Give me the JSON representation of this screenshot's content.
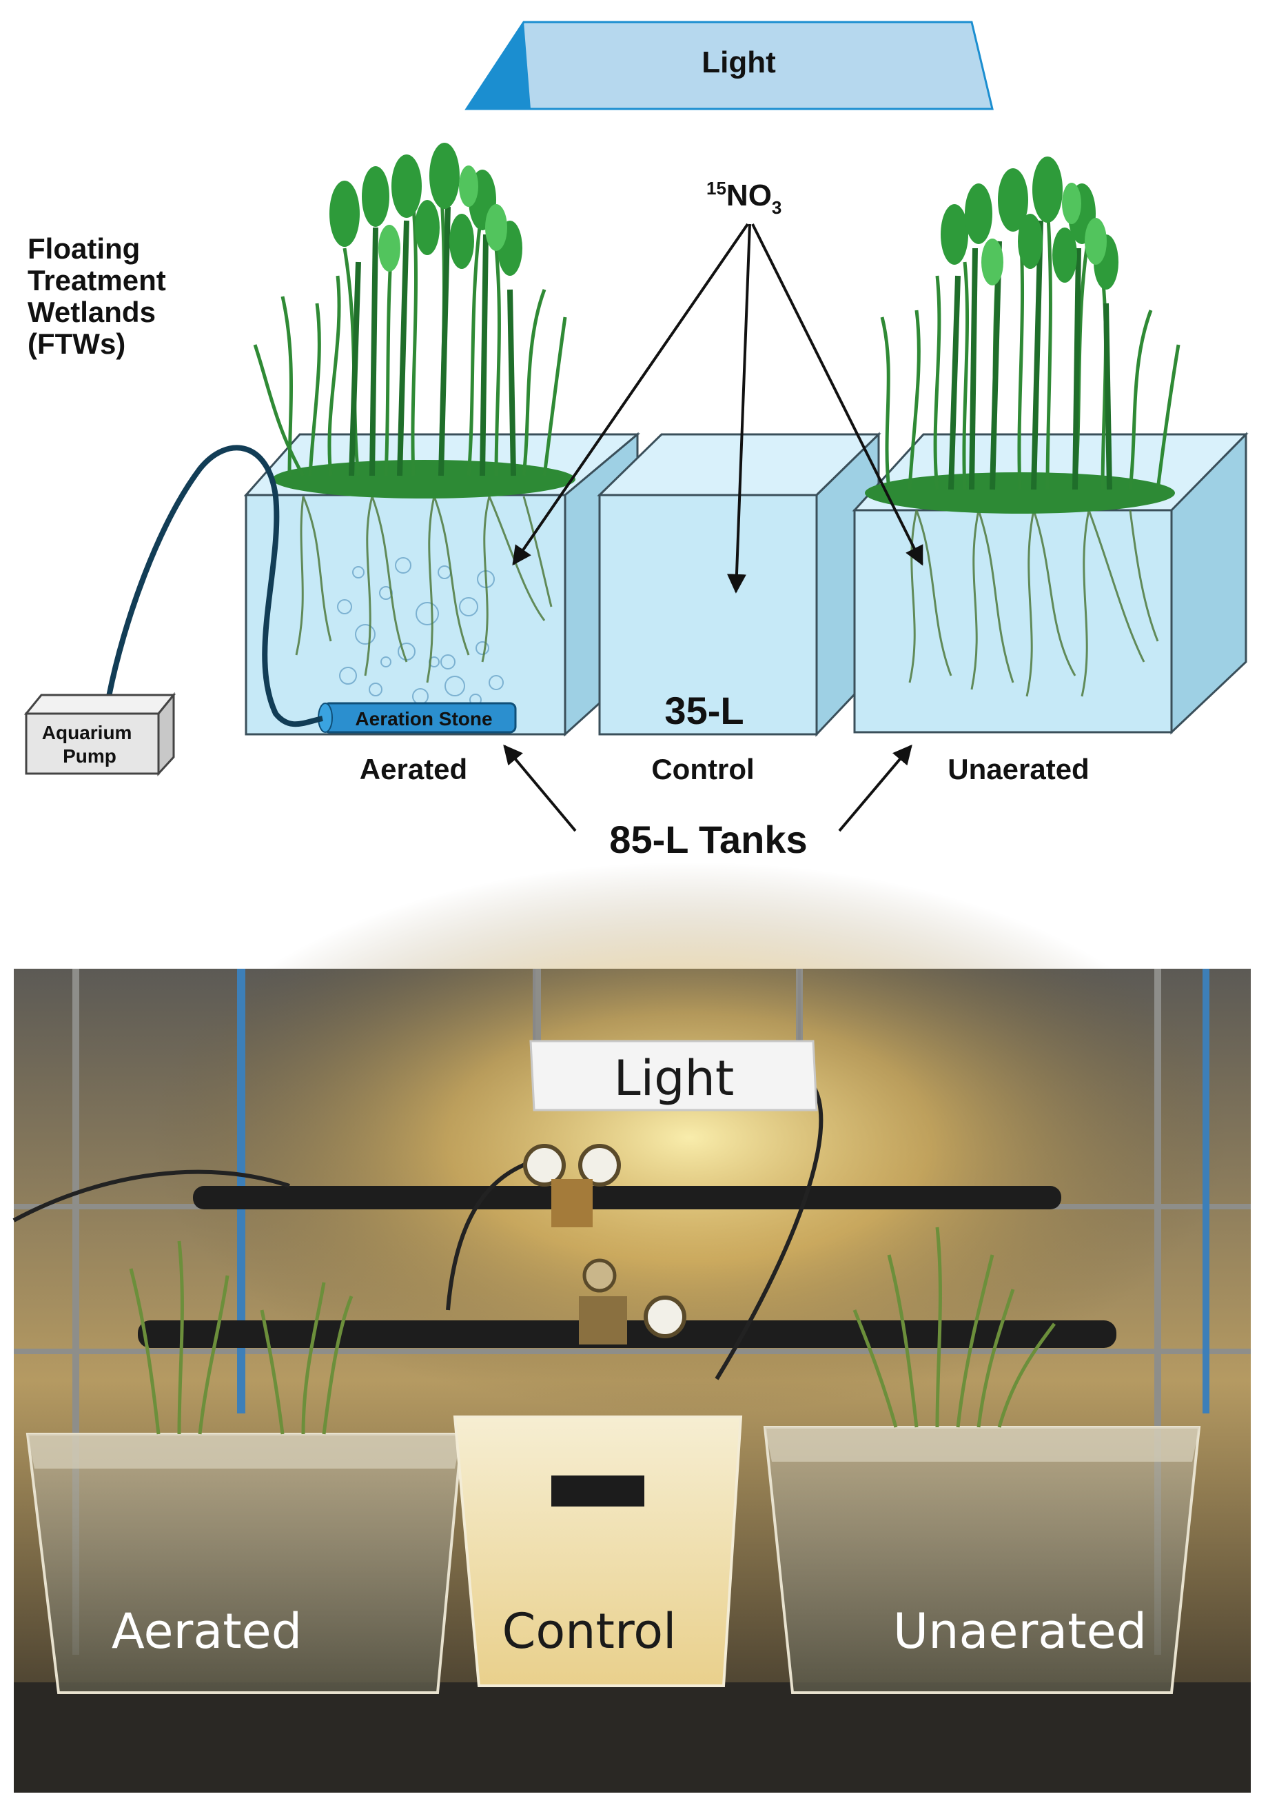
{
  "diagram": {
    "light_label": "Light",
    "nitrate_label": {
      "superscript": "15",
      "main": "NO",
      "subscript": "3"
    },
    "ftw_label": [
      "Floating",
      "Treatment",
      "Wetlands",
      "(FTWs)"
    ],
    "pump_label": [
      "Aquarium",
      "Pump"
    ],
    "aeration_stone_label": "Aeration Stone",
    "control_volume_label": "35-L",
    "tank_labels": [
      "Aerated",
      "Control",
      "Unaerated"
    ],
    "tanks_label": "85-L Tanks"
  },
  "photo": {
    "light_sign": "Light",
    "tank_labels": [
      "Aerated",
      "Control",
      "Unaerated"
    ]
  },
  "colors": {
    "water": "#c6e9f7",
    "water_side": "#9ed0e4",
    "light_bar": "#b6d8ee",
    "light_accent": "#1b8ed0",
    "stone": "#2b8fcf",
    "tube": "#123d56",
    "plant_dark": "#1f6e2a",
    "plant_light": "#52c45d"
  }
}
